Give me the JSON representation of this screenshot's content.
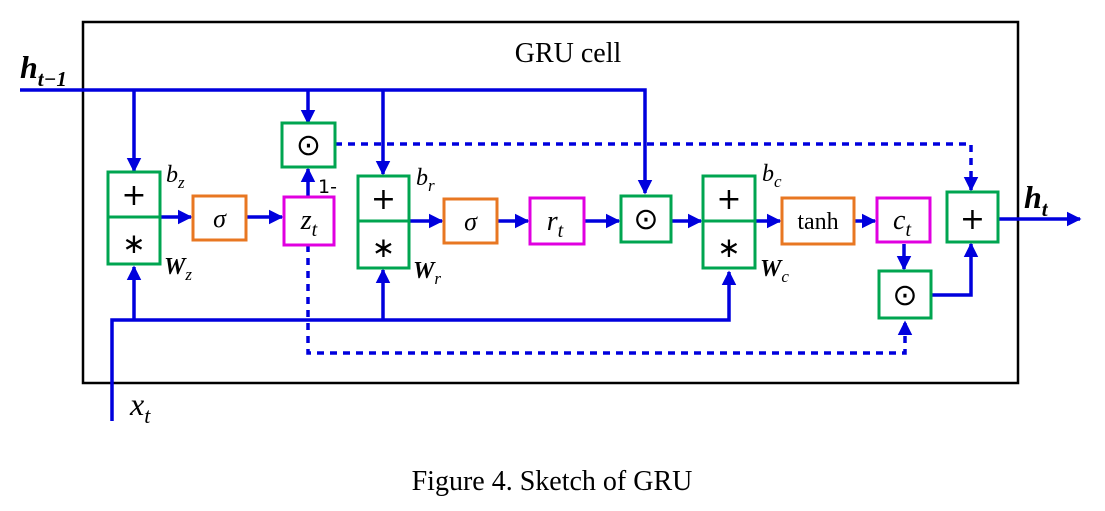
{
  "cell_label": "GRU cell",
  "caption": "Figure 4. Sketch of GRU",
  "inputs": {
    "h_prev": {
      "base": "h",
      "sub": "t−1"
    },
    "x": {
      "base": "x",
      "sub": "t"
    }
  },
  "output": {
    "base": "h",
    "sub": "t"
  },
  "ops": {
    "plus": "+",
    "times": "∗",
    "odot": "⊙",
    "sigma": "σ",
    "tanh": "tanh",
    "one_minus": "1-"
  },
  "gates": {
    "z": {
      "bias": {
        "base": "b",
        "sub": "z"
      },
      "weight": {
        "base": "W",
        "sub": "z"
      },
      "state": {
        "base": "z",
        "sub": "t"
      }
    },
    "r": {
      "bias": {
        "base": "b",
        "sub": "r"
      },
      "weight": {
        "base": "W",
        "sub": "r"
      },
      "state": {
        "base": "r",
        "sub": "t"
      }
    },
    "c": {
      "bias": {
        "base": "b",
        "sub": "c"
      },
      "weight": {
        "base": "W",
        "sub": "c"
      },
      "state": {
        "base": "c",
        "sub": "t"
      }
    }
  },
  "colors": {
    "wire": "#0000dd",
    "linear_box": "#00a550",
    "activation_box": "#e87722",
    "state_box": "#e000e0",
    "frame": "#000000"
  }
}
